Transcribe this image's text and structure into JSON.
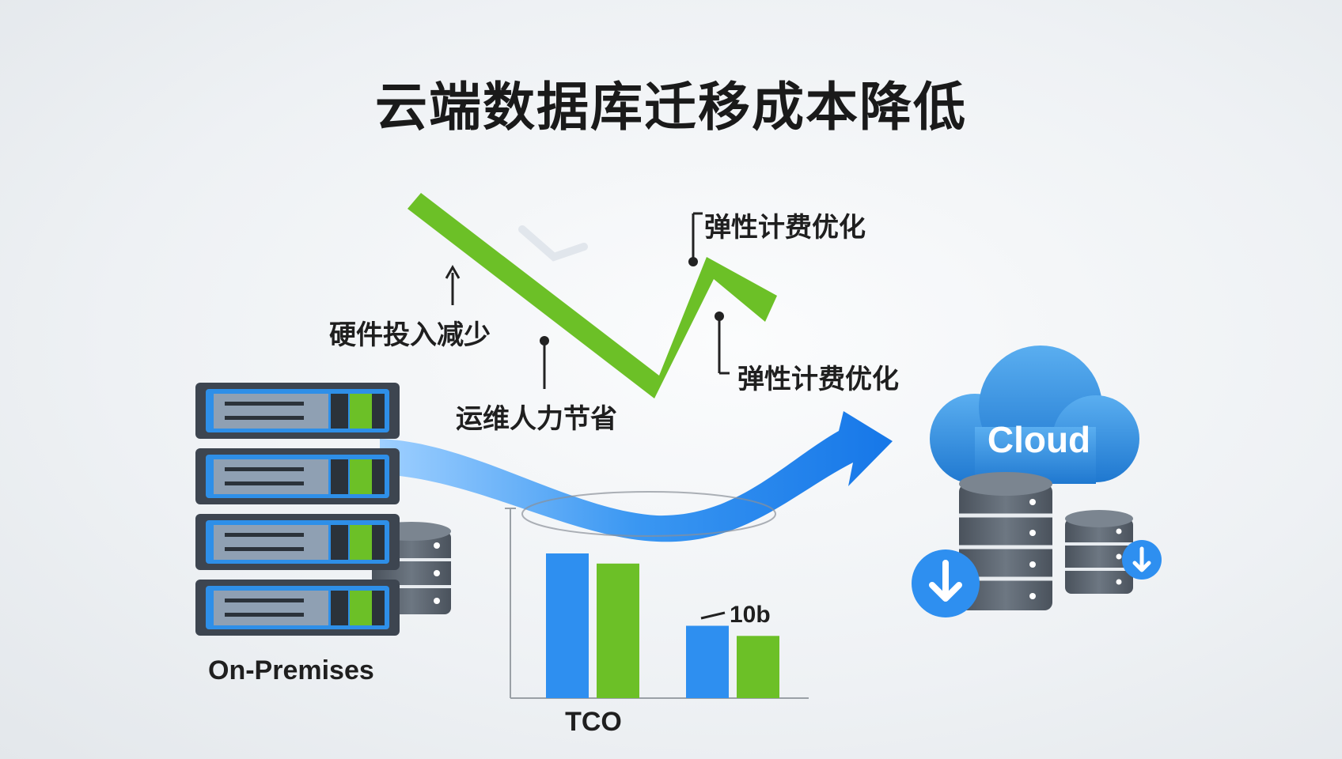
{
  "title": "云端数据库迁移成本降低",
  "annotations": {
    "hardware": "硬件投入减少",
    "ops": "运维人力节省",
    "elastic_top": "弹性计费优化",
    "elastic_right": "弹性计费优化"
  },
  "on_premises_label": "On-Premises",
  "cloud_label": "Cloud",
  "chart_data": {
    "type": "bar",
    "xlabel": "TCO",
    "annotation": "10b",
    "series": [
      {
        "values": [
          100,
          93
        ]
      },
      {
        "values": [
          50,
          43
        ]
      }
    ],
    "ylim": [
      0,
      110
    ]
  },
  "colors": {
    "green": "#6cc027",
    "blue": "#2e8ff0",
    "cloud": "#2e86d6",
    "server_frame": "#3d4550",
    "server_face": "#8fa0b3",
    "db_gray": "#5c6570"
  }
}
